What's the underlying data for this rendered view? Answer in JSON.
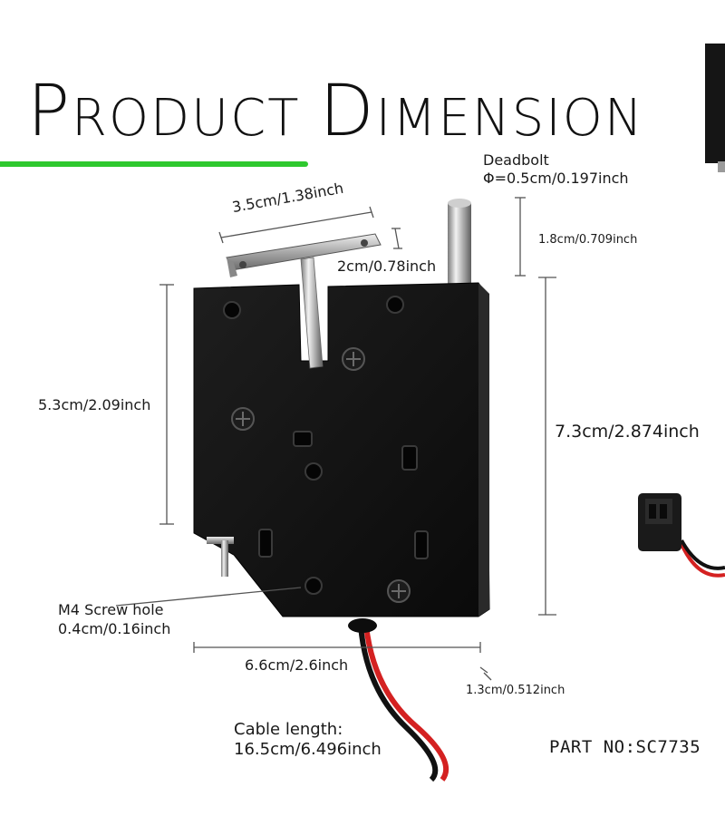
{
  "title": {
    "first_initial": "P",
    "first_rest": "RODUCT",
    "second_initial": "D",
    "second_rest": "IMENSION"
  },
  "colors": {
    "accent_bar": "#2ec82e",
    "lock_body": "#121212",
    "cable_red": "#d42121",
    "cable_black": "#111111"
  },
  "labels": {
    "deadbolt_name": "Deadbolt",
    "deadbolt_diameter": "Φ=0.5cm/0.197inch",
    "deadbolt_length": "1.8cm/0.709inch",
    "bracket_width": "3.5cm/1.38inch",
    "bracket_height": "2cm/0.78inch",
    "body_height_left": "5.3cm/2.09inch",
    "body_height_right": "7.3cm/2.874inch",
    "screw_hole_name": "M4 Screw hole",
    "screw_hole_size": "0.4cm/0.16inch",
    "body_width": "6.6cm/2.6inch",
    "thickness": "1.3cm/0.512inch",
    "cable_length_name": "Cable length:",
    "cable_length_value": "16.5cm/6.496inch",
    "part_no": "PART NO:SC7735"
  }
}
